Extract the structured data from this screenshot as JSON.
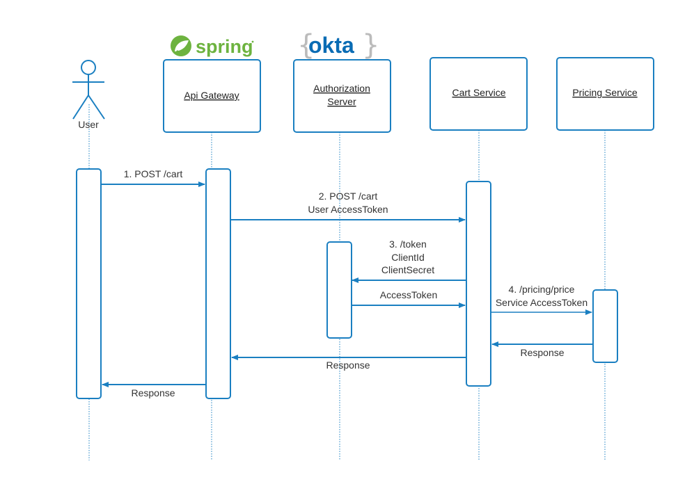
{
  "diagram": {
    "type": "sequence",
    "colors": {
      "line": "#1a7fc1",
      "text": "#333333",
      "spring_green": "#6db33f",
      "okta_blue": "#0a6cb4",
      "okta_brace": "#bbbbbb"
    },
    "logos": {
      "spring": "spring",
      "okta": "okta",
      "okta_brace_open": "{",
      "okta_brace_close": "}"
    },
    "actor": {
      "id": "user",
      "label": "User"
    },
    "participants": [
      {
        "id": "gateway",
        "lines": [
          "Api Gateway"
        ]
      },
      {
        "id": "auth",
        "lines": [
          "Authorization",
          "Server"
        ]
      },
      {
        "id": "cart",
        "lines": [
          "Cart Service"
        ]
      },
      {
        "id": "pricing",
        "lines": [
          "Pricing Service"
        ]
      }
    ],
    "messages": [
      {
        "from": "user",
        "to": "gateway",
        "lines": [
          "1. POST /cart"
        ]
      },
      {
        "from": "gateway",
        "to": "cart",
        "lines": [
          "2. POST /cart",
          "User AccessToken"
        ]
      },
      {
        "from": "cart",
        "to": "auth",
        "lines": [
          "3. /token",
          "ClientId",
          "ClientSecret"
        ]
      },
      {
        "from": "auth",
        "to": "cart",
        "lines": [
          "AccessToken"
        ]
      },
      {
        "from": "cart",
        "to": "pricing",
        "lines": [
          "4. /pricing/price",
          "Service AccessToken"
        ]
      },
      {
        "from": "pricing",
        "to": "cart",
        "lines": [
          "Response"
        ]
      },
      {
        "from": "cart",
        "to": "gateway",
        "lines": [
          "Response"
        ]
      },
      {
        "from": "gateway",
        "to": "user",
        "lines": [
          "Response"
        ]
      }
    ]
  }
}
